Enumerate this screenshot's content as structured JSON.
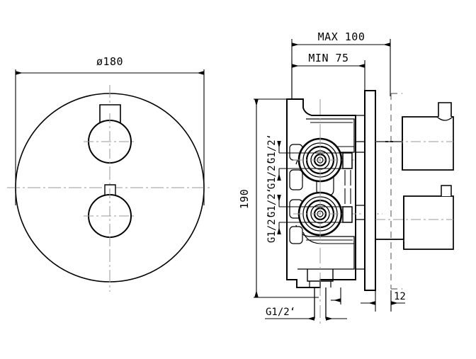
{
  "drawing": {
    "title": "Thermostatic concealed valve body - technical drawing",
    "background_color": "#ffffff",
    "line_color": "#000000",
    "centerline_color": "#999999",
    "hidden_line_color": "#808080"
  },
  "views": {
    "front": {
      "name": "front-elevation-round-plate",
      "plate_diameter_label": "ø180",
      "handles": [
        {
          "name": "upper-handle",
          "type": "lever-knob"
        },
        {
          "name": "lower-handle",
          "type": "lever-knob"
        }
      ]
    },
    "section": {
      "name": "side-section-valve-body",
      "ports": [
        {
          "name": "upper-inlet-port",
          "label": "G1/2‘"
        },
        {
          "name": "upper-outlet-port",
          "label": "G1/2‘"
        },
        {
          "name": "lower-inlet-port",
          "label": "G1/2‘"
        },
        {
          "name": "lower-outlet-port",
          "label": "G1/2‘"
        },
        {
          "name": "bottom-outlet-port",
          "label": "G1/2‘"
        }
      ]
    }
  },
  "dimensions": {
    "plate_diameter": "ø180",
    "depth_max": "MAX 100",
    "depth_min": "MIN 75",
    "body_height": "190",
    "flange_thickness": "12",
    "thread_top_upper": "G1/2‘",
    "thread_bottom_upper": "G1/2‘",
    "thread_top_lower": "G1/2‘",
    "thread_bottom_lower": "G1/2‘",
    "thread_outlet": "G1/2‘"
  }
}
